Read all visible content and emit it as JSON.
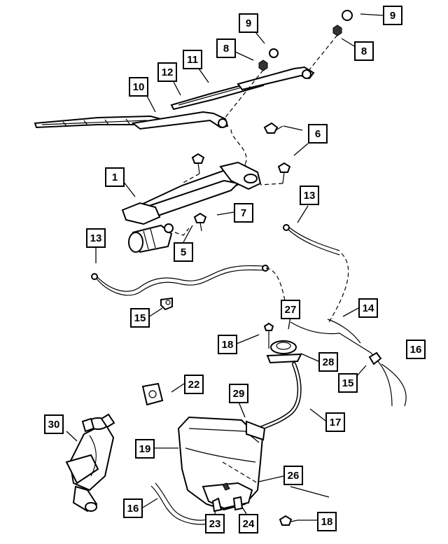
{
  "callouts": [
    {
      "id": "c9a",
      "label": "9"
    },
    {
      "id": "c9b",
      "label": "9"
    },
    {
      "id": "c8a",
      "label": "8"
    },
    {
      "id": "c8b",
      "label": "8"
    },
    {
      "id": "c11",
      "label": "11"
    },
    {
      "id": "c12",
      "label": "12"
    },
    {
      "id": "c10",
      "label": "10"
    },
    {
      "id": "c6",
      "label": "6"
    },
    {
      "id": "c1",
      "label": "1"
    },
    {
      "id": "c13a",
      "label": "13"
    },
    {
      "id": "c7",
      "label": "7"
    },
    {
      "id": "c13b",
      "label": "13"
    },
    {
      "id": "c5",
      "label": "5"
    },
    {
      "id": "c15a",
      "label": "15"
    },
    {
      "id": "c27",
      "label": "27"
    },
    {
      "id": "c14",
      "label": "14"
    },
    {
      "id": "c18a",
      "label": "18"
    },
    {
      "id": "c28",
      "label": "28"
    },
    {
      "id": "c16a",
      "label": "16"
    },
    {
      "id": "c15b",
      "label": "15"
    },
    {
      "id": "c22",
      "label": "22"
    },
    {
      "id": "c29",
      "label": "29"
    },
    {
      "id": "c17",
      "label": "17"
    },
    {
      "id": "c30",
      "label": "30"
    },
    {
      "id": "c19",
      "label": "19"
    },
    {
      "id": "c26",
      "label": "26"
    },
    {
      "id": "c16b",
      "label": "16"
    },
    {
      "id": "c23",
      "label": "23"
    },
    {
      "id": "c24",
      "label": "24"
    },
    {
      "id": "c18b",
      "label": "18"
    }
  ]
}
